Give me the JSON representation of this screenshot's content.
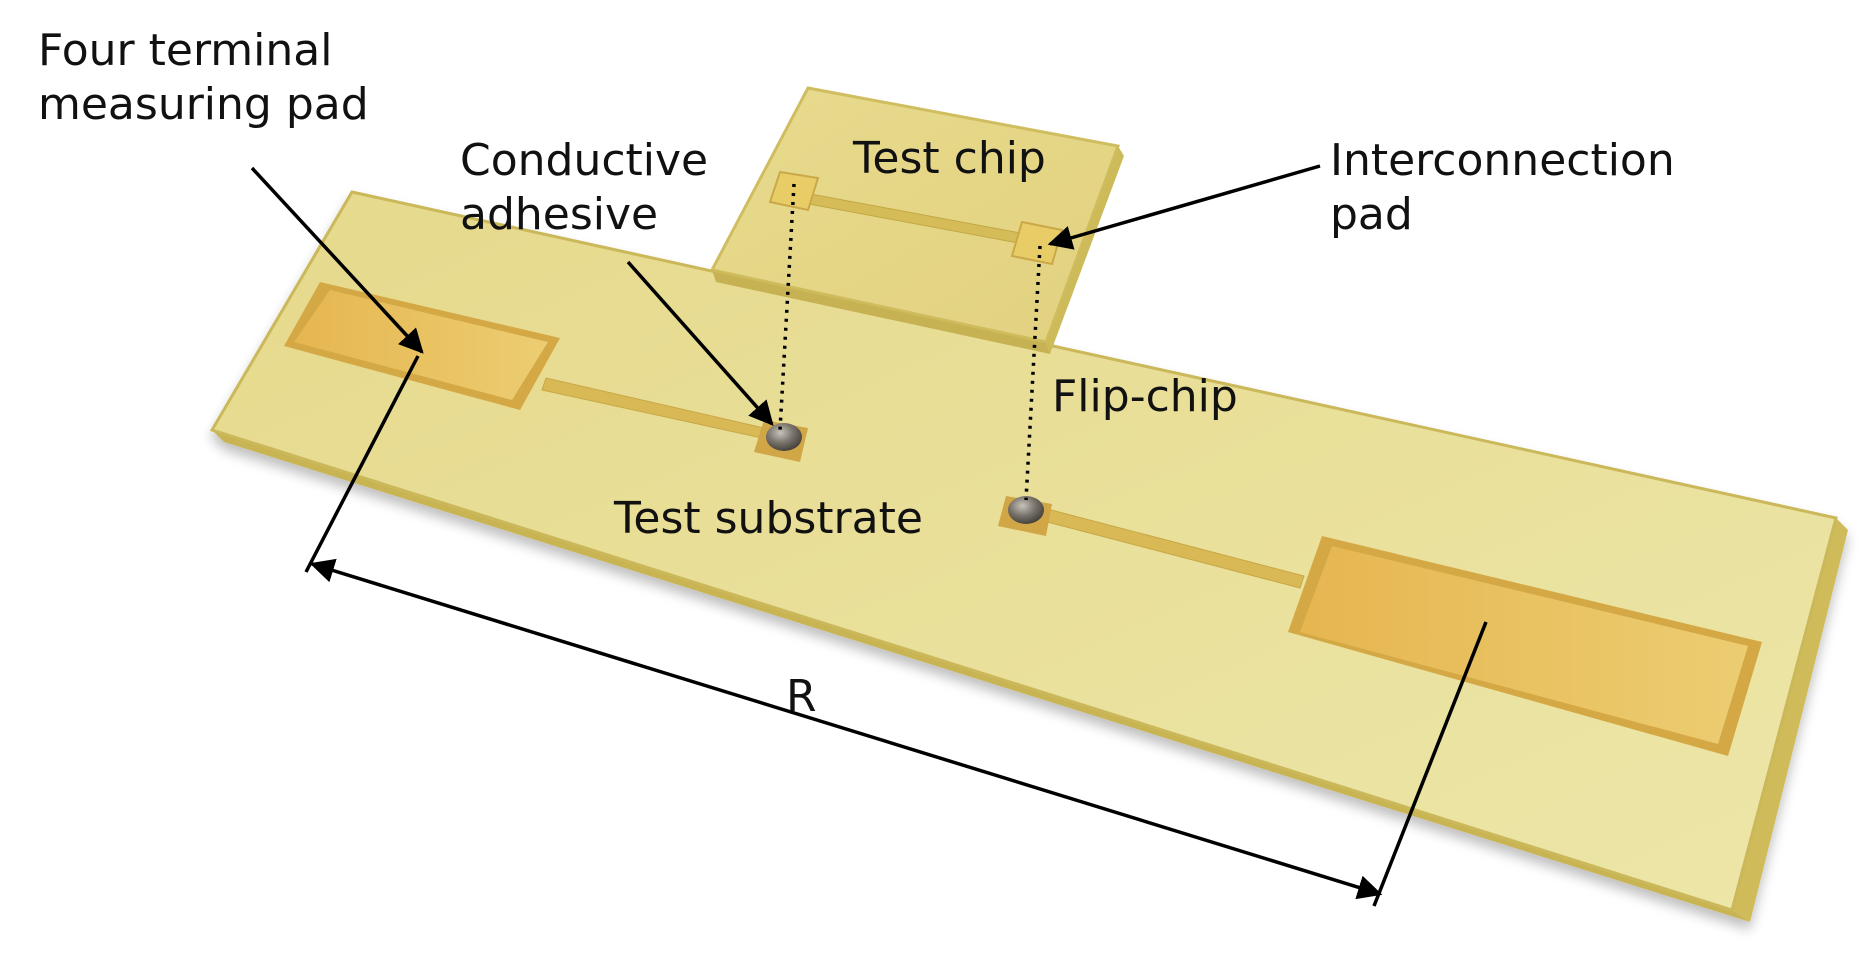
{
  "labels": {
    "four_terminal_pad": "Four terminal\nmeasuring pad",
    "conductive_adhesive": "Conductive\nadhesive",
    "test_chip": "Test chip",
    "interconnection_pad": "Interconnection\npad",
    "flip_chip": "Flip-chip",
    "test_substrate": "Test substrate",
    "resistance": "R"
  },
  "colors": {
    "substrate": "#e8dc8e",
    "substrate_edge": "#d2c060",
    "pad": "#e8c05a",
    "trace": "#dcc060",
    "bump": "#777066",
    "annotation": "#000000"
  }
}
